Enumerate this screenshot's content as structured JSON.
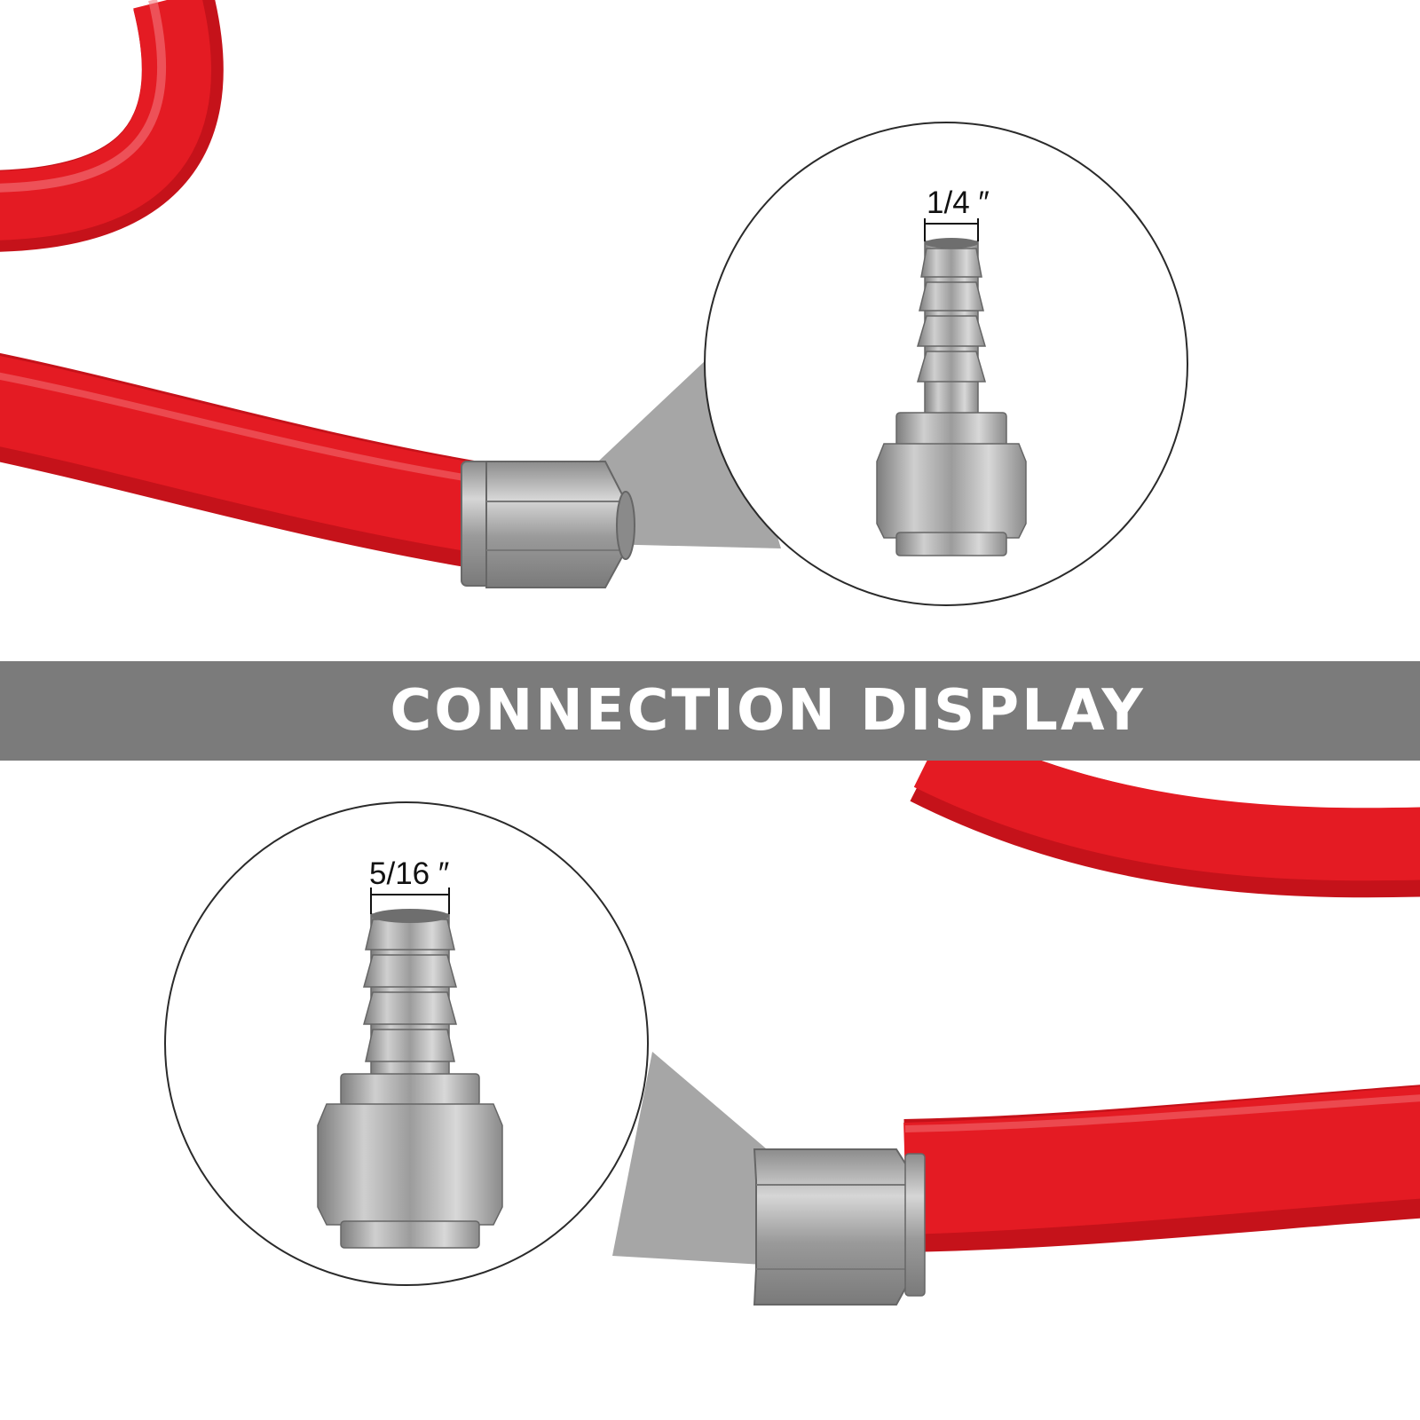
{
  "banner": {
    "title": "CONNECTION DISPLAY"
  },
  "callouts": [
    {
      "size_label": "1/4 ″"
    },
    {
      "size_label": "5/16 ″"
    }
  ],
  "colors": {
    "hose_red": "#e41b23",
    "banner_gray": "#7b7b7b",
    "steel": "#a8a8a8",
    "callout_cone": "#a6a6a6"
  },
  "icons": [
    "hex-nut-fitting-icon",
    "barb-fitting-icon"
  ]
}
